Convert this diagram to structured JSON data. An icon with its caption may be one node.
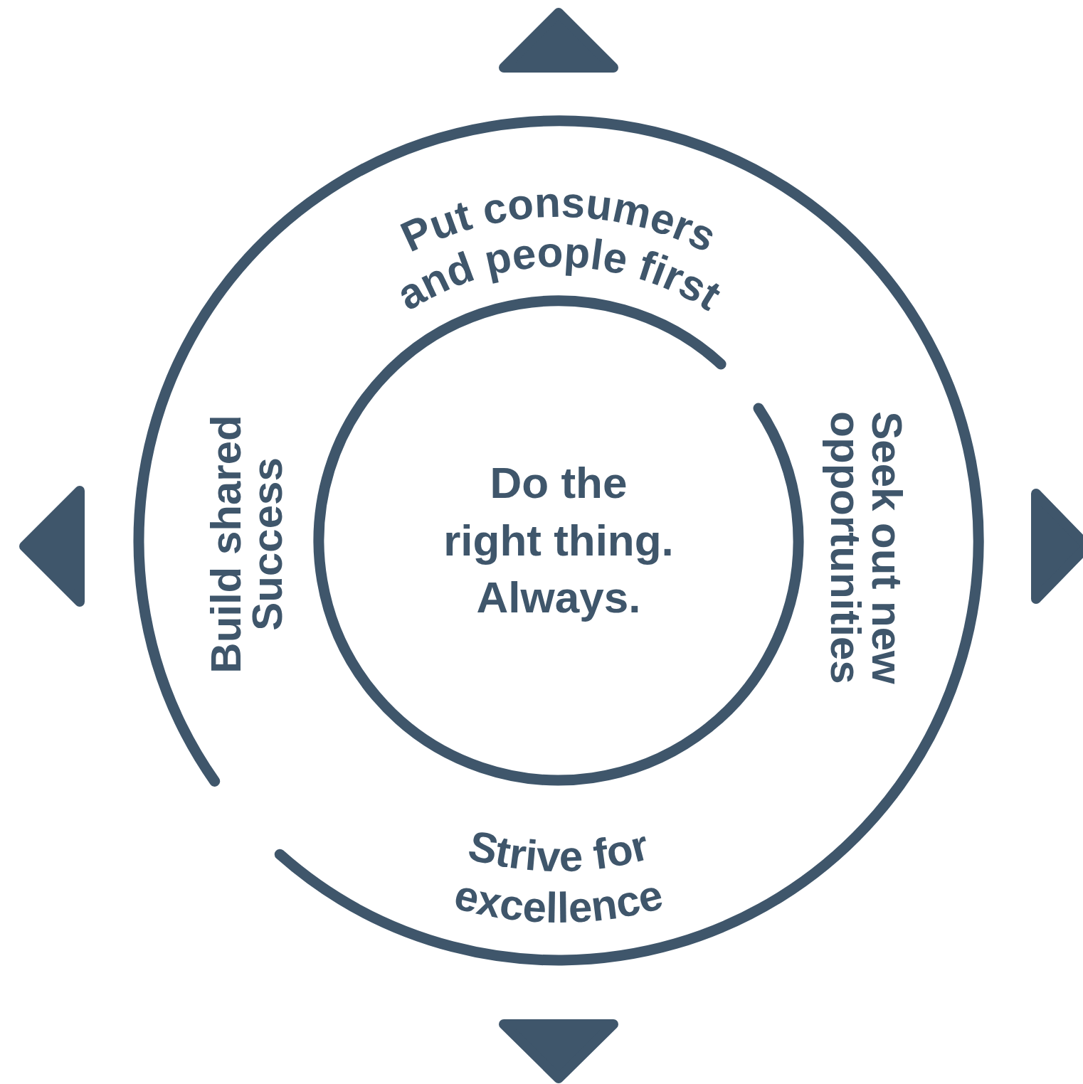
{
  "diagram": {
    "nodes": [
      {
        "text": [],
        "shape": "circle"
      },
      {
        "text": [
          "Do the right thing. Always."
        ],
        "in": 0
      }
    ],
    "edges": [],
    "labels": [
      "Put consumers and people first",
      "Build shared Success",
      "Seek out new opportunities",
      "Strive for excellence"
    ]
  }
}
